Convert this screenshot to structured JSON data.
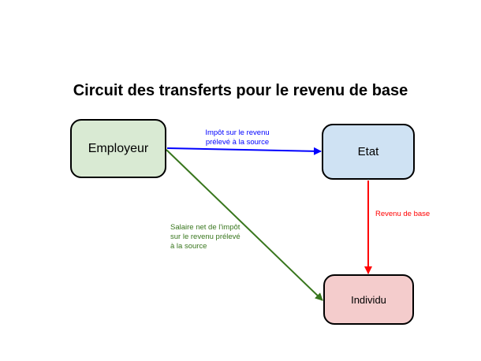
{
  "diagram": {
    "title": "Circuit des transferts pour le revenu de base",
    "nodes": {
      "employeur": {
        "label": "Employeur",
        "fill": "#d9ead3"
      },
      "etat": {
        "label": "Etat",
        "fill": "#cfe2f3"
      },
      "individu": {
        "label": "Individu",
        "fill": "#f4cccc"
      }
    },
    "edges": {
      "impot": {
        "from": "Employeur",
        "to": "Etat",
        "color": "#0000ff",
        "label_lines": [
          "Impôt sur le revenu",
          "prélevé à la source"
        ]
      },
      "salaire": {
        "from": "Employeur",
        "to": "Individu",
        "color": "#38761d",
        "label_lines": [
          "Salaire net de l'impôt",
          "sur le revenu prélevé",
          "à la source"
        ]
      },
      "revenu": {
        "from": "Etat",
        "to": "Individu",
        "color": "#ff0000",
        "label_lines": [
          "Revenu de base"
        ]
      }
    }
  }
}
